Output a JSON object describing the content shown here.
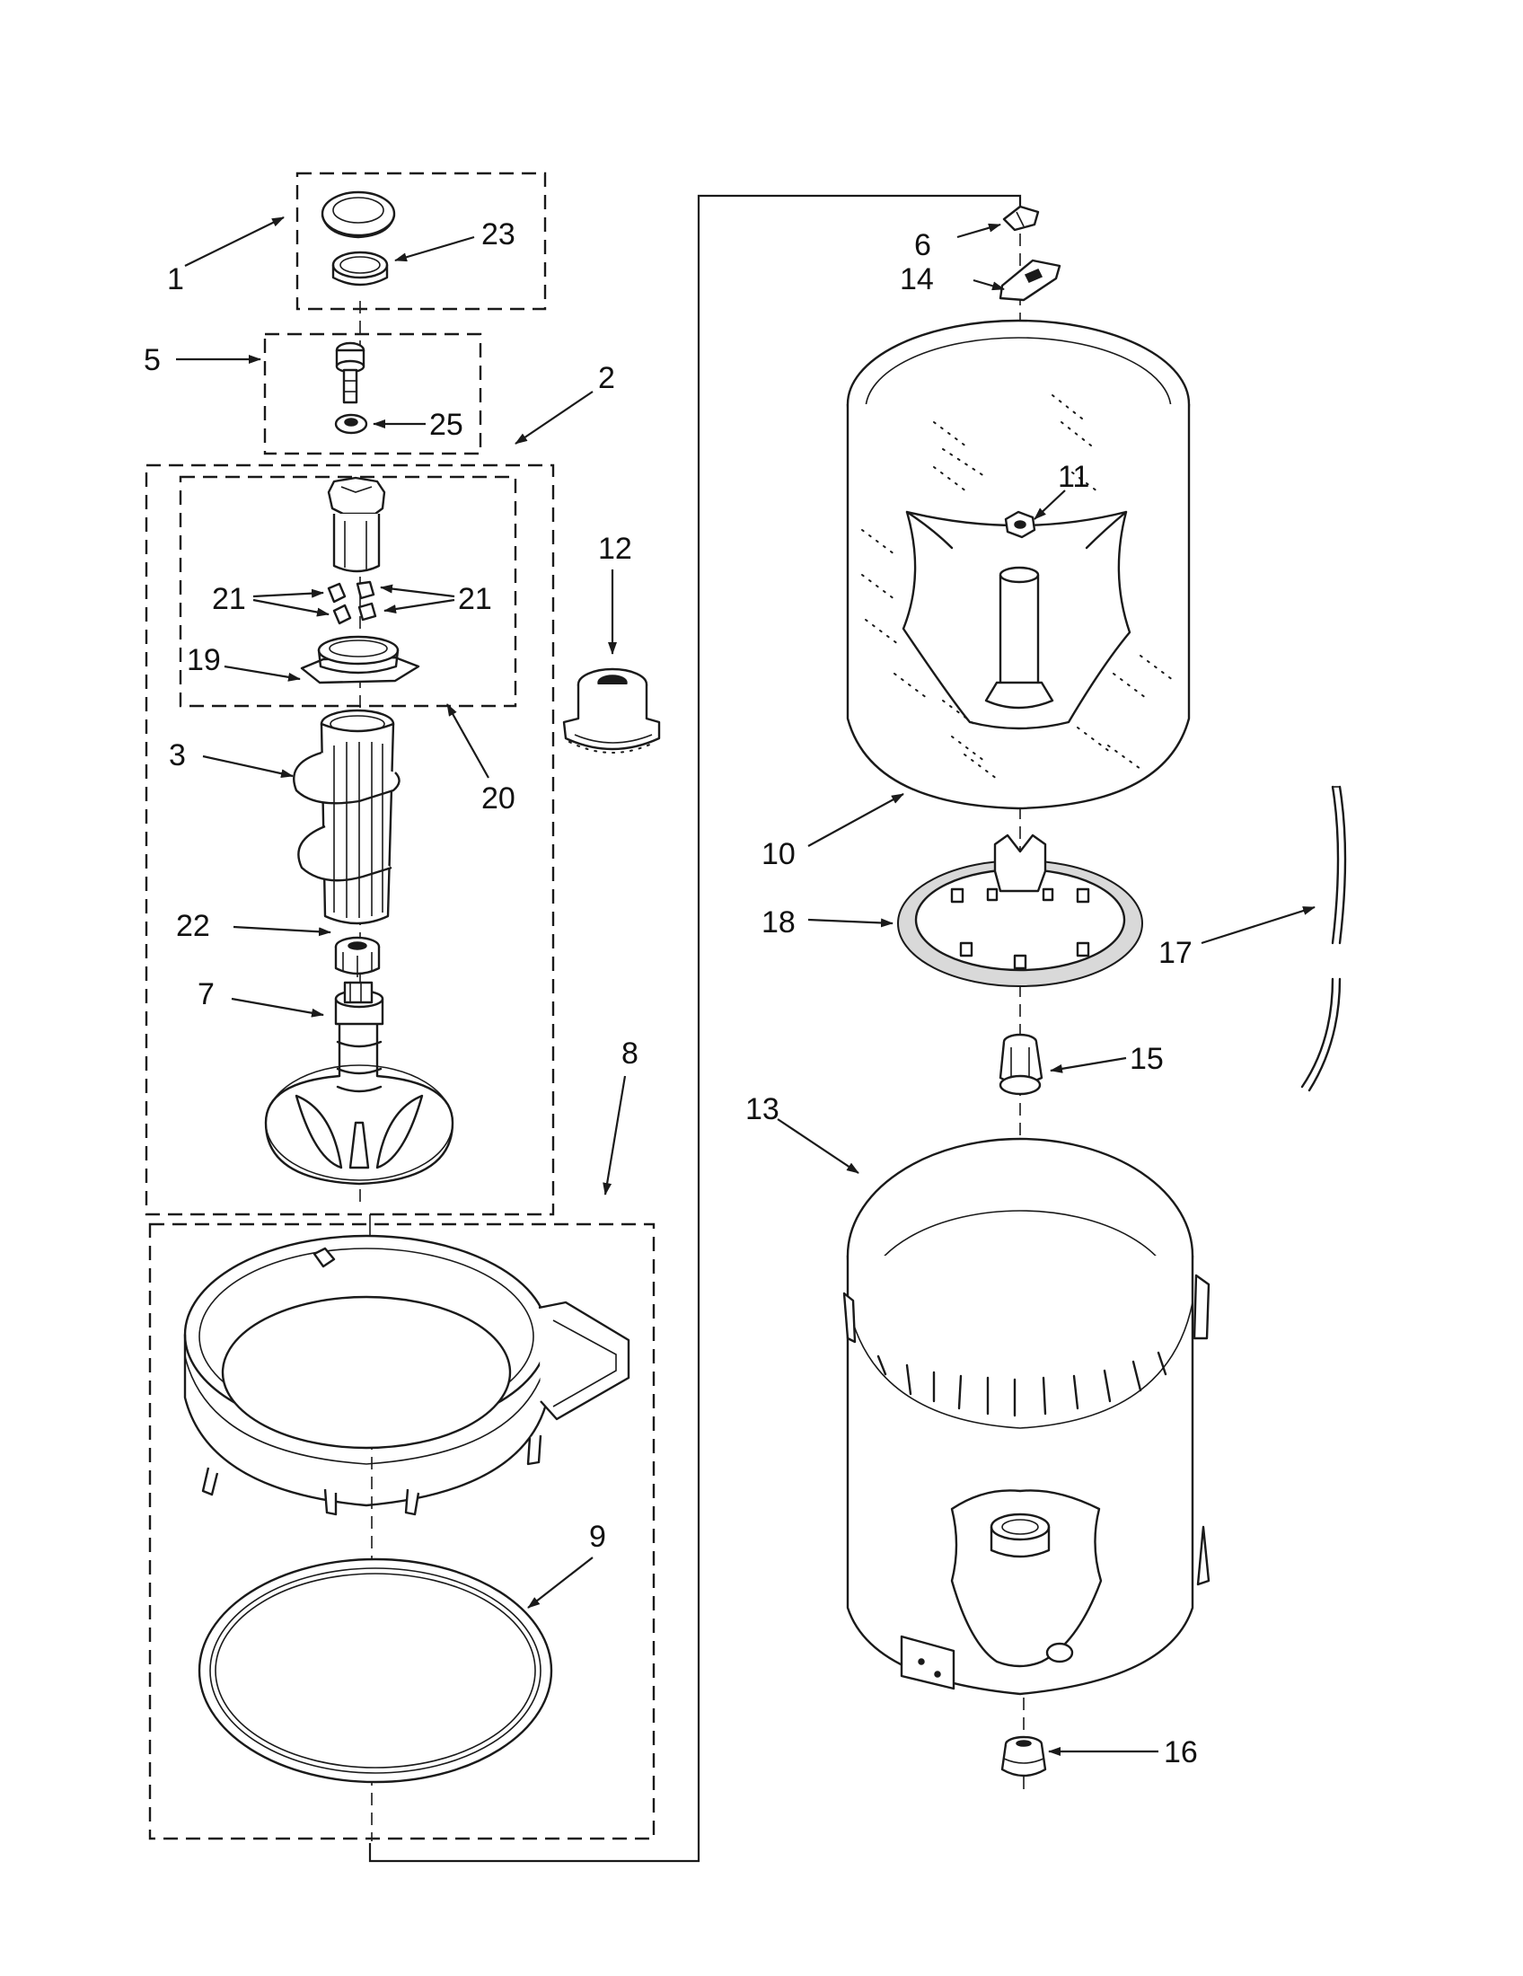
{
  "diagram": {
    "type": "exploded-parts-diagram",
    "callouts": [
      {
        "id": "c1",
        "label": "1"
      },
      {
        "id": "c23",
        "label": "23"
      },
      {
        "id": "c5",
        "label": "5"
      },
      {
        "id": "c25",
        "label": "25"
      },
      {
        "id": "c2",
        "label": "2"
      },
      {
        "id": "c21a",
        "label": "21"
      },
      {
        "id": "c21b",
        "label": "21"
      },
      {
        "id": "c19",
        "label": "19"
      },
      {
        "id": "c20",
        "label": "20"
      },
      {
        "id": "c12",
        "label": "12"
      },
      {
        "id": "c3",
        "label": "3"
      },
      {
        "id": "c22",
        "label": "22"
      },
      {
        "id": "c7",
        "label": "7"
      },
      {
        "id": "c8",
        "label": "8"
      },
      {
        "id": "c9",
        "label": "9"
      },
      {
        "id": "c6",
        "label": "6"
      },
      {
        "id": "c14",
        "label": "14"
      },
      {
        "id": "c11",
        "label": "11"
      },
      {
        "id": "c10",
        "label": "10"
      },
      {
        "id": "c18",
        "label": "18"
      },
      {
        "id": "c17",
        "label": "17"
      },
      {
        "id": "c15",
        "label": "15"
      },
      {
        "id": "c13",
        "label": "13"
      },
      {
        "id": "c16",
        "label": "16"
      }
    ],
    "parts": [
      {
        "name": "agitator-cap",
        "icon": "cap-icon"
      },
      {
        "name": "cap-seal-ring",
        "icon": "ring-icon"
      },
      {
        "name": "agitator-bolt",
        "icon": "bolt-icon"
      },
      {
        "name": "washer",
        "icon": "washer-icon"
      },
      {
        "name": "agitator-cam",
        "icon": "cam-icon"
      },
      {
        "name": "dogs",
        "icon": "dog-icon"
      },
      {
        "name": "cam-base",
        "icon": "cam-base-icon"
      },
      {
        "name": "agitator-auger",
        "icon": "auger-icon"
      },
      {
        "name": "drive-coupling",
        "icon": "coupling-icon"
      },
      {
        "name": "agitator-base",
        "icon": "agitator-base-icon"
      },
      {
        "name": "tub-ring",
        "icon": "tub-ring-icon"
      },
      {
        "name": "tub-gasket",
        "icon": "gasket-icon"
      },
      {
        "name": "bearing-seal",
        "icon": "bearing-icon"
      },
      {
        "name": "clip",
        "icon": "clip-icon"
      },
      {
        "name": "plate",
        "icon": "plate-icon"
      },
      {
        "name": "spin-basket",
        "icon": "basket-icon"
      },
      {
        "name": "nut",
        "icon": "nut-icon"
      },
      {
        "name": "drive-bell",
        "icon": "drive-bell-icon"
      },
      {
        "name": "hose",
        "icon": "hose-icon"
      },
      {
        "name": "hub",
        "icon": "hub-icon"
      },
      {
        "name": "outer-tub",
        "icon": "outer-tub-icon"
      },
      {
        "name": "tub-seal",
        "icon": "seal-icon"
      }
    ]
  }
}
